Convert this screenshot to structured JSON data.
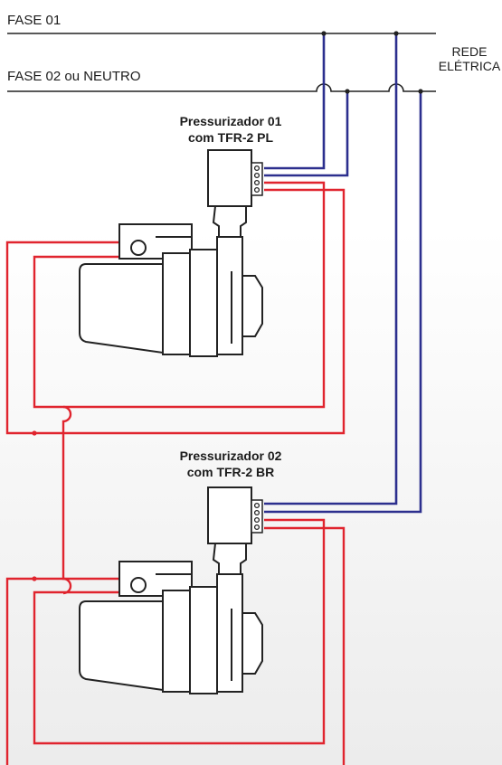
{
  "lines": {
    "fase01": "FASE 01",
    "fase02": "FASE 02 ou NEUTRO",
    "rede_line1": "REDE",
    "rede_line2": "ELÉTRICA"
  },
  "pumps": [
    {
      "title_line1": "Pressurizador 01",
      "title_line2": "com TFR-2 PL"
    },
    {
      "title_line1": "Pressurizador 02",
      "title_line2": "com TFR-2 BR"
    }
  ],
  "colors": {
    "power_wire": "#2c2f8e",
    "control_wire": "#e0242e",
    "phase_line": "#222222",
    "pump_outline": "#222222",
    "pump_fill": "#ffffff"
  },
  "icons": [
    "pump-icon",
    "pressure-switch-icon",
    "terminal-icon"
  ]
}
